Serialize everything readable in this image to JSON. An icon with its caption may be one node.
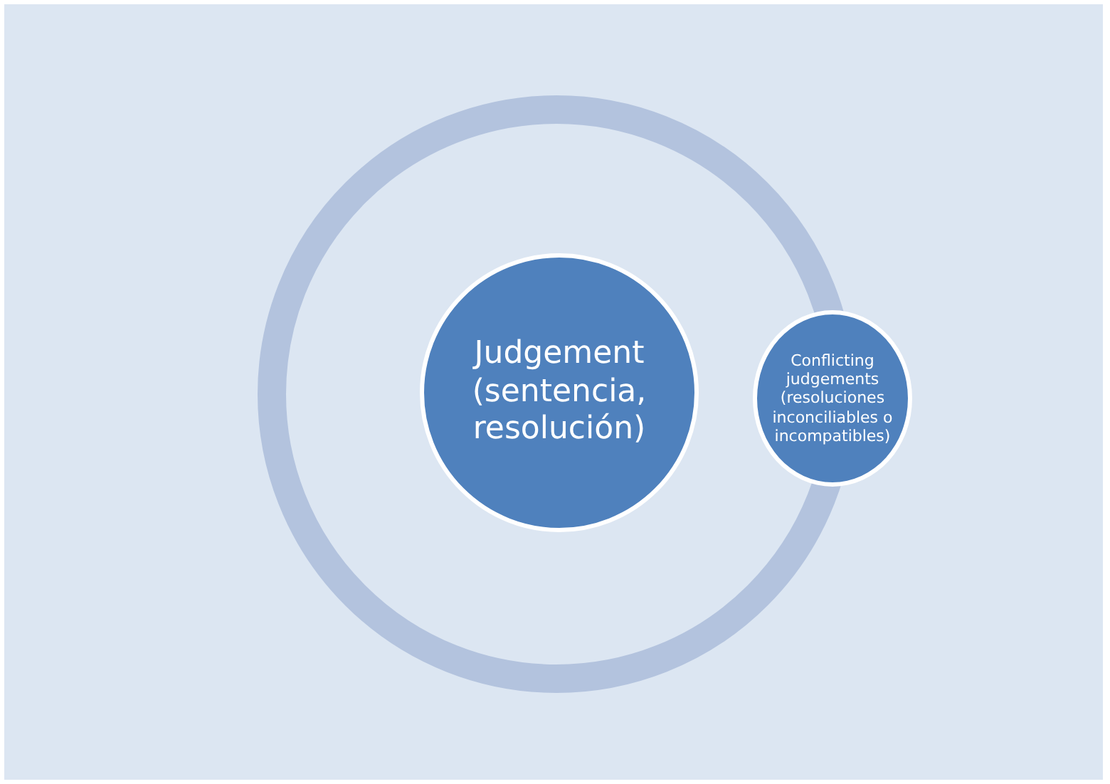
{
  "diagram": {
    "nodes": [
      {
        "text": [],
        "shape": "circle"
      },
      {
        "text": [
          "Judgement (sentencia, resolución)"
        ],
        "in": 0
      },
      {
        "text": [
          "Conflicting judgements (resoluciones inconciliables o incompatibles)"
        ]
      }
    ],
    "edges": []
  }
}
